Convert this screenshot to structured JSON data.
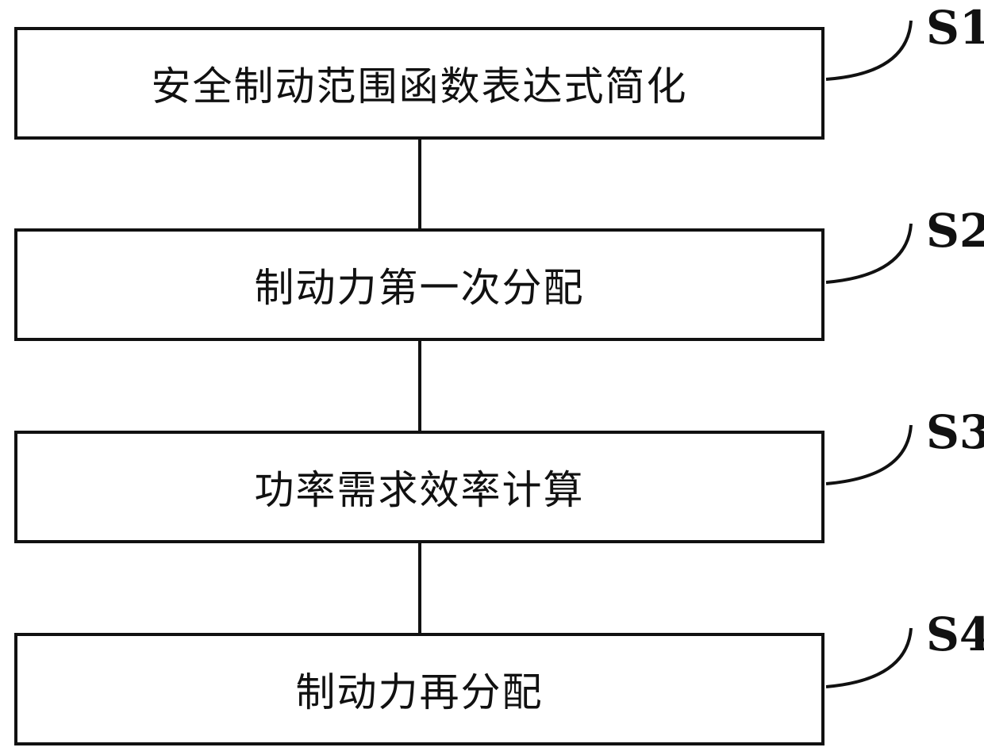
{
  "steps": [
    {
      "tag": "S1",
      "label": "安全制动范围函数表达式简化"
    },
    {
      "tag": "S2",
      "label": "制动力第一次分配"
    },
    {
      "tag": "S3",
      "label": "功率需求效率计算"
    },
    {
      "tag": "S4",
      "label": "制动力再分配"
    }
  ],
  "colors": {
    "stroke": "#111111",
    "background": "#ffffff"
  }
}
